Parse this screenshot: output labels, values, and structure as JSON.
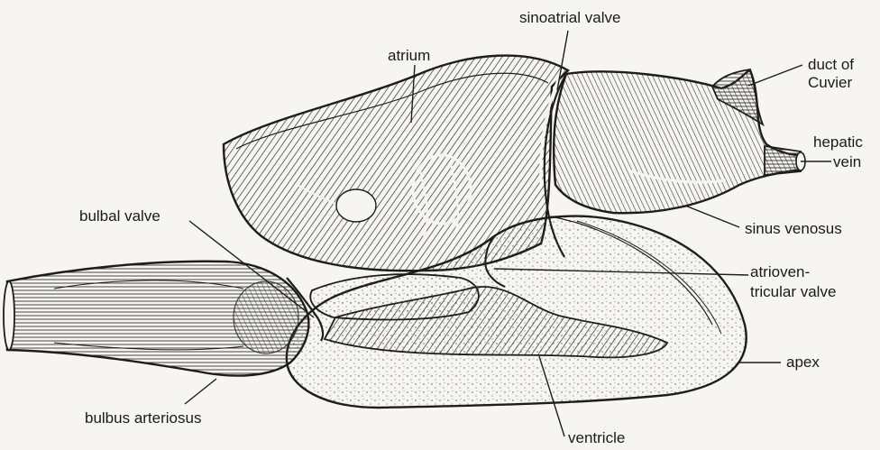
{
  "labels": {
    "sinoatrial_valve": "sinoatrial valve",
    "atrium": "atrium",
    "duct_of_cuvier_line1": "duct of",
    "duct_of_cuvier_line2": "Cuvier",
    "hepatic_vein_line1": "hepatic",
    "hepatic_vein_line2": "vein",
    "sinus_venosus": "sinus venosus",
    "bulbal_valve": "bulbal valve",
    "atrioventricular_valve_line1": "atrioven-",
    "atrioventricular_valve_line2": "tricular valve",
    "apex": "apex",
    "bulbus_arteriosus": "bulbus arteriosus",
    "ventricle": "ventricle"
  },
  "colors": {
    "ink": "#1d1d1d",
    "paper": "#f6f5f1",
    "shade_dark": "#2b2b2b",
    "shade_mid": "#6b6b6b",
    "stipple": "#cfcac0"
  }
}
